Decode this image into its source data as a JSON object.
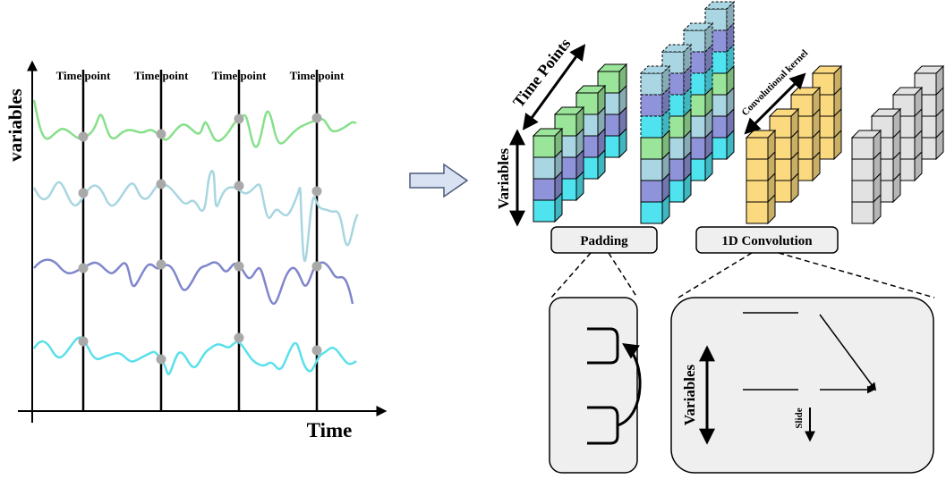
{
  "left_plot": {
    "y_axis_label": "variables",
    "x_axis_label": "Time",
    "time_point_labels": [
      "Time point",
      "Time point",
      "Time point",
      "Time point"
    ],
    "signal_colors": [
      "#86e08a",
      "#a8d6e0",
      "#7f86cc",
      "#5ae0ea"
    ]
  },
  "right_diagram": {
    "time_points_label": "Time Points",
    "variables_label": "Variables",
    "padding_label": "Padding",
    "conv_label": "1D Convolution",
    "kernel_label": "Convolutional kernel",
    "detail_variables_label": "Variables",
    "slide_label": "Slide"
  },
  "colors": {
    "green": "#9be59b",
    "light_blue": "#a9d6e2",
    "purple": "#8f93da",
    "cyan": "#4fe3f0",
    "yellow": "#fbd97f",
    "gray": "#e2e2e2",
    "arrow_fill": "#d9e2f3",
    "panel_bg": "#efefef"
  }
}
